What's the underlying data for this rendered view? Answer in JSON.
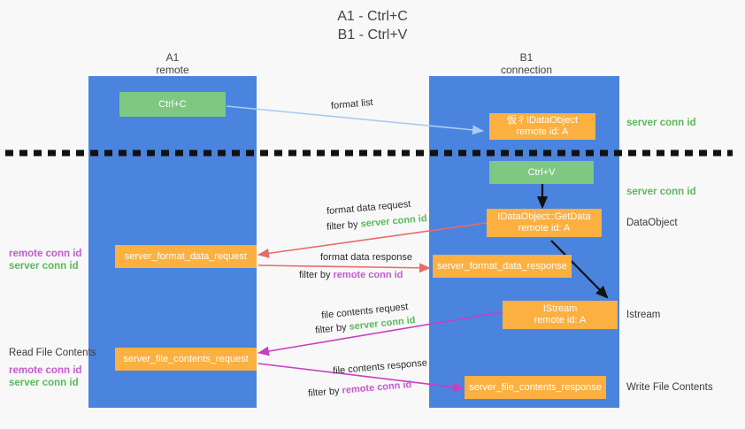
{
  "title": {
    "line1": "A1 - Ctrl+C",
    "line2": "B1 - Ctrl+V"
  },
  "columns": [
    {
      "id": "a1",
      "name": "A1",
      "sub": "remote"
    },
    {
      "id": "b1",
      "name": "B1",
      "sub": "connection"
    }
  ],
  "nodes": {
    "ctrl_c": "Ctrl+C",
    "ctrl_v": "Ctrl+V",
    "idataobject": "仮彳IDataObject",
    "idataobject_sub": "remote id: A",
    "getdata": "IDataObject::GetData",
    "getdata_sub": "remote id: A",
    "istream": "IStream",
    "istream_sub": "remote id: A",
    "server_format_data_request": "server_format_data_request",
    "server_format_data_response": "server_format_data_response",
    "server_file_contents_request": "server_file_contents_request",
    "server_file_contents_response": "server_file_contents_response"
  },
  "side_labels": {
    "server_conn_id_top": "server conn id",
    "server_conn_id_mid": "server conn id",
    "dataobject": "DataObject",
    "istream": "Istream",
    "write_file_contents": "Write File Contents",
    "read_file_contents": "Read File Contents",
    "remote_conn_id": "remote conn id",
    "server_conn_id": "server conn id"
  },
  "arrow_labels": {
    "format_list": "format list",
    "format_data_request": "format data request",
    "format_data_response": "format data response",
    "file_contents_request": "file contents request",
    "file_contents_response": "file contents response",
    "filter_by": "filter by",
    "filter_server": "server conn id",
    "filter_remote": "remote conn id"
  },
  "colors": {
    "column": "#4a84de",
    "green_node": "#7ec882",
    "orange_node": "#fbb040",
    "green_text": "#5cb85c",
    "purple_text": "#c45ad0",
    "arrow_light_blue": "#a8cdf0",
    "arrow_red": "#ea6a6a",
    "arrow_magenta": "#c93fc0",
    "arrow_black": "#111111",
    "background": "#f8f8f8"
  }
}
